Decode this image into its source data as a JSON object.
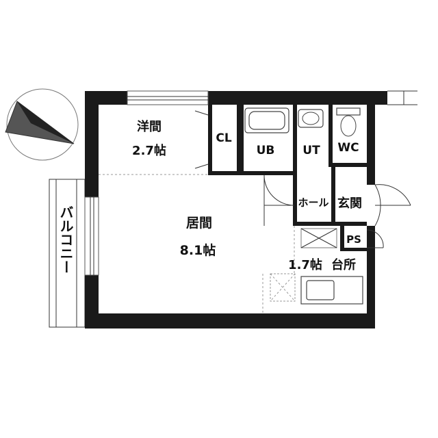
{
  "rooms": {
    "youma_name": "洋間",
    "youma_size": "2.7帖",
    "closet": "CL",
    "unit_bath": "UB",
    "utility": "UT",
    "toilet": "WC",
    "hall": "ホール",
    "entrance": "玄関",
    "living_name": "居間",
    "living_size": "8.1帖",
    "pipe_space": "PS",
    "kitchen_size": "1.7帖",
    "kitchen_name": "台所",
    "balcony": "バルコニー"
  },
  "compass": {
    "icon": "north-arrow-icon"
  },
  "colors": {
    "wall": "#1a1a1a",
    "line": "#333333"
  }
}
